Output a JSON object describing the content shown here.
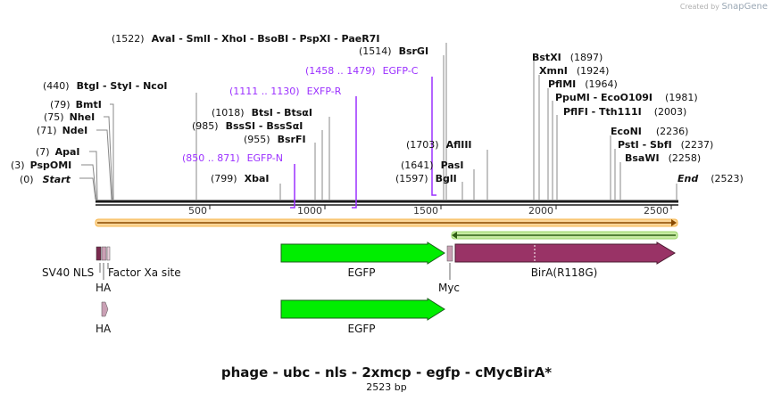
{
  "credit": {
    "prefix": "Created by",
    "brand": "SnapGene"
  },
  "title": "phage - ubc - nls - 2xmcp - egfp - cMycBirA*",
  "subtitle": "2523 bp",
  "map": {
    "length": 2523,
    "ticks": [
      500,
      1000,
      1500,
      2000,
      2500
    ],
    "colors": {
      "ruler": "#1a1a1a",
      "orange_feature": "#f7b64a",
      "green_feature": "#9bd66a",
      "primer": "#9b30ff",
      "egfp": "#00ee00",
      "bira": "#993366",
      "tag": "#c9a0b4"
    },
    "sites": [
      {
        "id": "start",
        "label": "Start",
        "num": "(0)",
        "bold": true,
        "italic": true,
        "pos": 0
      },
      {
        "id": "pspomi",
        "label": "PspOMI",
        "num": "(3)",
        "bold": true,
        "pos": 3
      },
      {
        "id": "apai",
        "label": "ApaI",
        "num": "(7)",
        "bold": true,
        "pos": 7
      },
      {
        "id": "ndei",
        "label": "NdeI",
        "num": "(71)",
        "bold": true,
        "pos": 71
      },
      {
        "id": "nhei",
        "label": "NheI",
        "num": "(75)",
        "bold": true,
        "pos": 75
      },
      {
        "id": "bmti",
        "label": "BmtI",
        "num": "(79)",
        "bold": true,
        "pos": 79
      },
      {
        "id": "btgi-styi-ncoi",
        "label": "BtgI  - StyI  - NcoI",
        "num": "(440)",
        "bold": true,
        "pos": 440
      },
      {
        "id": "xbai",
        "label": "XbaI",
        "num": "(799)",
        "bold": true,
        "pos": 799
      },
      {
        "id": "bsrfi",
        "label": "BsrFI",
        "num": "(955)",
        "bold": true,
        "pos": 955
      },
      {
        "id": "bsssi-bssai",
        "label": "BssSI  - BssSαI",
        "num": "(985)",
        "bold": true,
        "pos": 985
      },
      {
        "id": "btsi-btsai",
        "label": "BtsI  - BtsαI",
        "num": "(1018)",
        "bold": true,
        "pos": 1018
      },
      {
        "id": "avai-group",
        "label": "AvaI  - SmlI  - XhoI  - BsoBI  - PspXI  - PaeR7I",
        "num": "(1522)",
        "bold": true,
        "pos": 1522
      },
      {
        "id": "bsrgi",
        "label": "BsrGI",
        "num": "(1514)",
        "bold": true,
        "pos": 1514
      },
      {
        "id": "afliii",
        "label": "AflIII",
        "num": "(1703)",
        "bold": true,
        "pos": 1703
      },
      {
        "id": "pasi",
        "label": "PasI",
        "num": "(1641)",
        "bold": true,
        "pos": 1641
      },
      {
        "id": "bglii",
        "label": "BglI",
        "num": "(1597)",
        "bold": true,
        "pos": 1597
      },
      {
        "id": "bstxi",
        "label": "BstXI",
        "num": "(1897)",
        "bold": true,
        "pos": 1897
      },
      {
        "id": "xmni",
        "label": "XmnI",
        "num": "(1924)",
        "bold": true,
        "pos": 1924
      },
      {
        "id": "pflmi",
        "label": "PflMI",
        "num": "(1964)",
        "bold": true,
        "pos": 1964
      },
      {
        "id": "ppumi-eco",
        "label": "PpuMI  - EcoO109I",
        "num": "(1981)",
        "bold": true,
        "pos": 1981
      },
      {
        "id": "pflfi-tth",
        "label": "PflFI  - Tth111I",
        "num": "(2003)",
        "bold": true,
        "pos": 2003
      },
      {
        "id": "econi",
        "label": "EcoNI",
        "num": "(2236)",
        "bold": true,
        "pos": 2236
      },
      {
        "id": "psti-sbfi",
        "label": "PstI  - SbfI",
        "num": "(2237)",
        "bold": true,
        "pos": 2237
      },
      {
        "id": "bsawi",
        "label": "BsaWI",
        "num": "(2258)",
        "bold": true,
        "pos": 2258
      },
      {
        "id": "end",
        "label": "End",
        "num": "(2523)",
        "bold": true,
        "italic": true,
        "pos": 2523
      }
    ],
    "primers": [
      {
        "id": "egfp-n",
        "range": "(850 .. 871)",
        "label": "EGFP-N"
      },
      {
        "id": "exfp-r",
        "range": "(1111 .. 1130)",
        "label": "EXFP-R"
      },
      {
        "id": "egfp-c",
        "range": "(1458 .. 1479)",
        "label": "EGFP-C"
      }
    ],
    "features": [
      {
        "id": "sv40-nls",
        "label": "SV40 NLS"
      },
      {
        "id": "ha-1",
        "label": "HA"
      },
      {
        "id": "factor-xa",
        "label": "Factor Xa site"
      },
      {
        "id": "egfp-1",
        "label": "EGFP"
      },
      {
        "id": "myc",
        "label": "Myc"
      },
      {
        "id": "bira",
        "label": "BirA(R118G)"
      },
      {
        "id": "ha-2",
        "label": "HA"
      },
      {
        "id": "egfp-2",
        "label": "EGFP"
      }
    ]
  }
}
